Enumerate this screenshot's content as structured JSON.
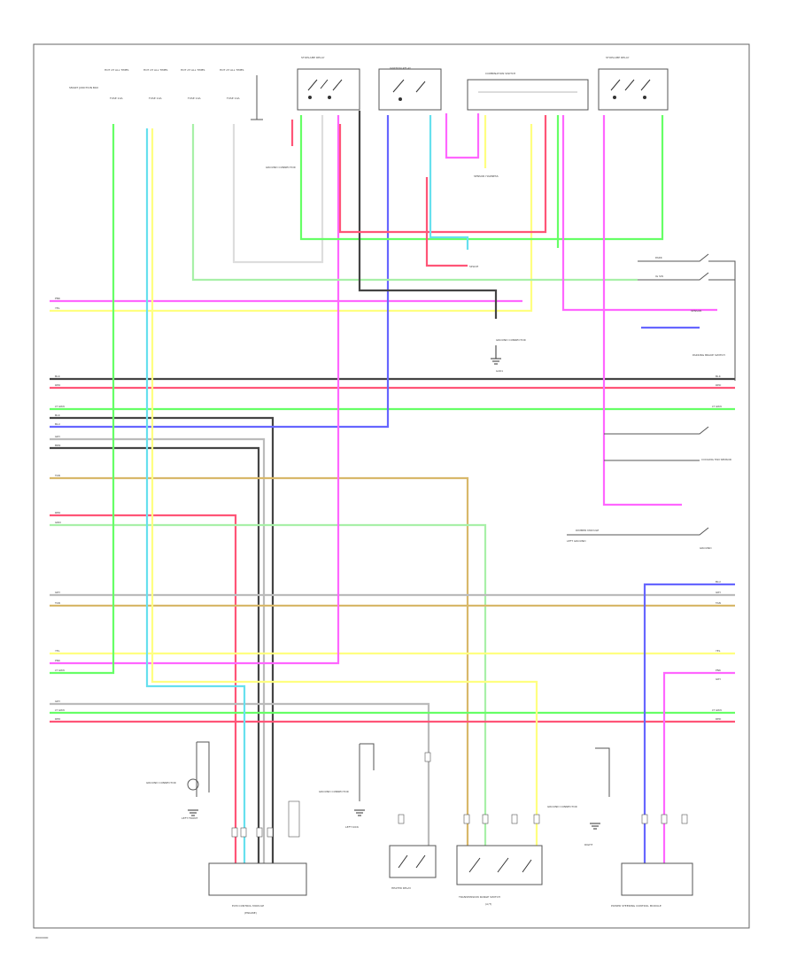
{
  "figure_code": "W000000",
  "colors": {
    "green": "#66ff66",
    "cyan": "#66e0ee",
    "yellow": "#ffff80",
    "pink": "#ff66ff",
    "red": "#ff5577",
    "blue": "#6666ff",
    "black": "#444444",
    "gray": "#bbbbbb",
    "tan": "#d8b86a",
    "lightgreen": "#a8f0a8",
    "white": "#dddddd"
  },
  "top_components": {
    "hot_at_labels": [
      "HOT AT ALL TIMES",
      "HOT AT ALL TIMES",
      "HOT AT ALL TIMES",
      "HOT AT ALL TIMES"
    ],
    "fuse_labels": [
      "FUSE 10A",
      "FUSE 10A",
      "FUSE 10A",
      "FUSE 10A"
    ],
    "left_box_label": "SMART JUNCTION BOX",
    "relay_left_label": "STOPLAMP RELAY",
    "relay_mid_label": "IGNITION RELAY",
    "switch_block_label": "COMBINATION SWITCH",
    "relay_right_label": "STOPLAMP RELAY"
  },
  "wire_labels": {
    "left_1": "PNK",
    "left_2": "YEL",
    "left_3": "BLK",
    "left_4": "RED",
    "left_5": "LT GRN",
    "left_6": "BLK",
    "left_7": "BLU",
    "left_8": "GRY",
    "left_9": "BRN",
    "left_10": "TAN",
    "left_11": "RED",
    "left_12": "GRN",
    "left_13": "GRY",
    "left_14": "TAN",
    "left_15": "YEL",
    "left_16": "PNK",
    "left_17": "LT GRN",
    "left_18": "GRY",
    "left_19": "LT GRN",
    "left_20": "RED",
    "right_1": "BLK",
    "right_2": "RED",
    "right_3": "LT GRN",
    "right_4": "BLU",
    "right_5": "GRY",
    "right_6": "TAN",
    "right_7": "YEL",
    "right_8": "PNK",
    "right_9": "GRY",
    "right_10": "LT GRN",
    "right_11": "RED"
  },
  "right_labels": {
    "switch_1": "PARK",
    "switch_2": "IG SW",
    "sensor": "SENSOR",
    "parking": "PARKING BRAKE SWITCH",
    "cooling": "COOLING FAN SENSOR",
    "ground": "GROUND"
  },
  "mid_labels": {
    "g_conn_1": "GROUND CONNECTOR",
    "g_conn_2": "GROUND CONNECTOR",
    "splice": "SPLICE",
    "ground_connector": "G201",
    "sensor_harness": "SENSOR HARNESS",
    "dimmer": "DIMMER MODULE",
    "left_ground": "LEFT GROUND"
  },
  "bottom_components": {
    "ecm": "ECM CONTROL MODULE",
    "ecm_sub": "(ENGINE)",
    "g1": "GROUND CONNECTOR",
    "g1_sub": "LEFT FRONT",
    "g2": "GROUND CONNECTOR",
    "g2_sub": "LEFT KICK",
    "relay_small": "HEATER RELAY",
    "relay_big": "TRANSMISSION RANGE SWITCH",
    "relay_big_sub": "(A/T)",
    "g3": "GROUND CONNECTOR",
    "g3_sub": "RIGHT",
    "module_right": "POWER STEERING CONTROL MODULE"
  }
}
